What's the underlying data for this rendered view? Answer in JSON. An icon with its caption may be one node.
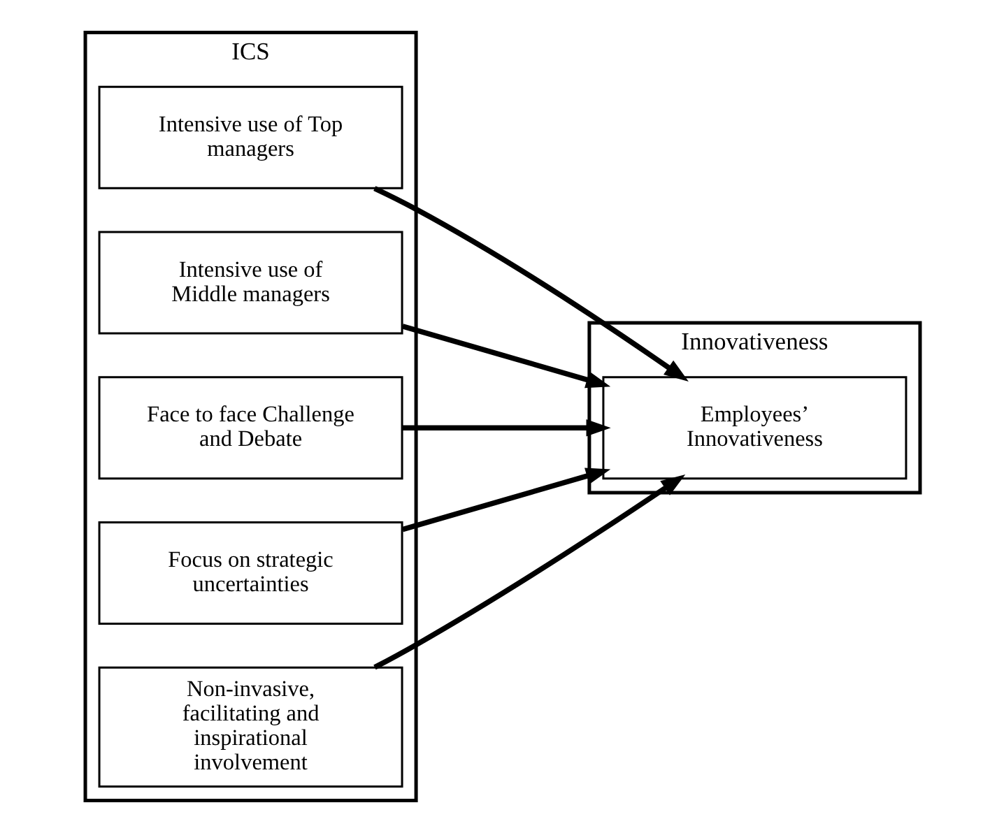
{
  "diagram": {
    "nodes": [
      {
        "text": [
          "ICS"
        ]
      },
      {
        "text": [
          "Innovativeness"
        ]
      },
      {
        "text": [
          "Intensive use of Top managers"
        ],
        "in": 0
      },
      {
        "text": [
          "Intensive use of Middle managers"
        ],
        "in": 0
      },
      {
        "text": [
          "Face to face Challenge and Debate"
        ],
        "in": 0
      },
      {
        "text": [
          "Focus on strategic uncertainties"
        ],
        "in": 0
      },
      {
        "text": [
          "Non-invasive, facilitating and inspirational involvement"
        ],
        "in": 0
      },
      {
        "text": [
          "Employees’ Innovativeness"
        ],
        "in": 1
      }
    ],
    "edges": [
      {
        "from": 2,
        "to": 7,
        "arrow": "to"
      },
      {
        "from": 3,
        "to": 7,
        "arrow": "to"
      },
      {
        "from": 4,
        "to": 7,
        "arrow": "to"
      },
      {
        "from": 5,
        "to": 7,
        "arrow": "to"
      },
      {
        "from": 6,
        "to": 7,
        "arrow": "to"
      }
    ]
  }
}
